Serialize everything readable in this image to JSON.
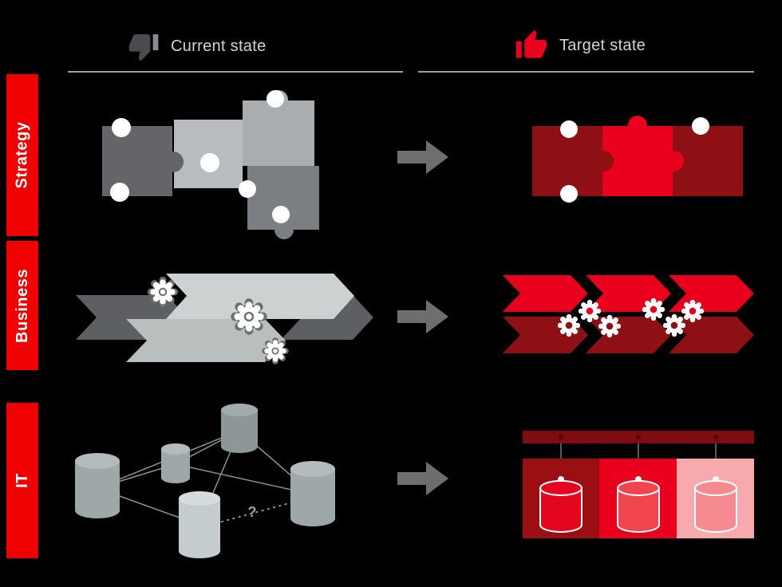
{
  "header": {
    "current": {
      "label": "Current state",
      "icon": "thumbs-down-icon",
      "icon_color": "#4a4b4e",
      "text_color": "#d1d3d4"
    },
    "target": {
      "label": "Target state",
      "icon": "thumbs-up-icon",
      "icon_color": "#e8001c",
      "text_color": "#d1d3d4"
    }
  },
  "rows": [
    {
      "id": "strategy",
      "label": "Strategy"
    },
    {
      "id": "business",
      "label": "Business"
    },
    {
      "id": "it",
      "label": "IT"
    }
  ],
  "it_current": {
    "question_mark": "?"
  },
  "colors": {
    "background": "#000000",
    "sidebar_red": "#f10000",
    "bright_red": "#e8001c",
    "dark_red": "#8e1014",
    "maroon_bar": "#7e0c10",
    "pink_panel": "#f8a9ad",
    "puzzle_gray_dark": "#636569",
    "puzzle_gray_light": "#b9bcbe",
    "chevron_gray_dark": "#5d5f62",
    "chevron_gray_light": "#ccd1d1",
    "cylinder_gray": "#9fa8a9",
    "arrow_gray": "#6d6e70",
    "header_line_gray": "#9d9fa2"
  }
}
